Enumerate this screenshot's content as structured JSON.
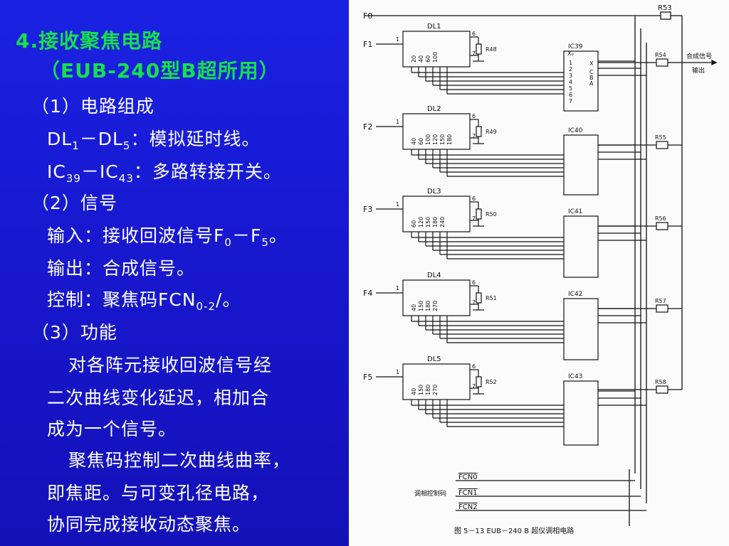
{
  "slide": {
    "title": "4.接收聚焦电路",
    "subtitle": "（EUB-240型B超所用）",
    "s1_heading": "（1）电路组成",
    "line_dl": {
      "a": "DL",
      "a_sub": "1",
      "b": "－DL",
      "b_sub": "5",
      "c": "：模拟延时线。"
    },
    "line_ic": {
      "a": "IC",
      "a_sub": "39",
      "b": "－IC",
      "b_sub": "43",
      "c": "：多路转接开关。"
    },
    "s2_heading": "（2）信号",
    "line_in": {
      "a": "输入：接收回波信号F",
      "a_sub": "0",
      "b": "－F",
      "b_sub": "5",
      "c": "。"
    },
    "line_out": "输出：合成信号。",
    "line_ctrl": {
      "a": "控制：聚焦码FCN",
      "a_sub": "0-2",
      "c": "/。"
    },
    "s3_heading": "（3）功能",
    "func_p1": [
      "对各阵元接收回波信号经",
      "二次曲线变化延迟，相加合",
      "成为一个信号。"
    ],
    "func_p2": [
      "聚焦码控制二次曲线曲率，",
      "即焦距。与可变孔径电路，",
      "协同完成接收动态聚焦。"
    ]
  },
  "diagram": {
    "f0_label": "F0",
    "r53_label": "R53",
    "output_label": "合成信号",
    "output_label2": "输出",
    "ctrl_group_label": "调相控制码",
    "fcn_labels": [
      "FCN0",
      "FCN1",
      "FCN2"
    ],
    "ic39_pins": {
      "x0": "X₀",
      "p1": "1",
      "p2": "2",
      "p3": "3",
      "p4": "4",
      "p5": "5",
      "p6": "6",
      "p7": "7",
      "x": "X",
      "c": "C",
      "b": "B",
      "a": "A"
    },
    "caption": "图 5－13   EUB－240 B 超仪调相电路",
    "stages": [
      {
        "f": "F1",
        "dl": "DL1",
        "ic": "IC39",
        "r_pull": "R48",
        "r_out": "R54",
        "taps": [
          "20",
          "40",
          "60",
          "100"
        ]
      },
      {
        "f": "F2",
        "dl": "DL2",
        "ic": "IC40",
        "r_pull": "R49",
        "r_out": "R55",
        "taps": [
          "40",
          "60",
          "100",
          "120",
          "150",
          "180"
        ]
      },
      {
        "f": "F3",
        "dl": "DL3",
        "ic": "IC41",
        "r_pull": "R50",
        "r_out": "R56",
        "taps": [
          "60",
          "120",
          "150",
          "180",
          "240"
        ]
      },
      {
        "f": "F4",
        "dl": "DL4",
        "ic": "IC42",
        "r_pull": "R51",
        "r_out": "R57",
        "taps": [
          "40",
          "150",
          "180",
          "270"
        ]
      },
      {
        "f": "F5",
        "dl": "DL5",
        "ic": "IC43",
        "r_pull": "R52",
        "r_out": "R58",
        "taps": [
          "40",
          "150",
          "180",
          "270"
        ]
      }
    ]
  }
}
